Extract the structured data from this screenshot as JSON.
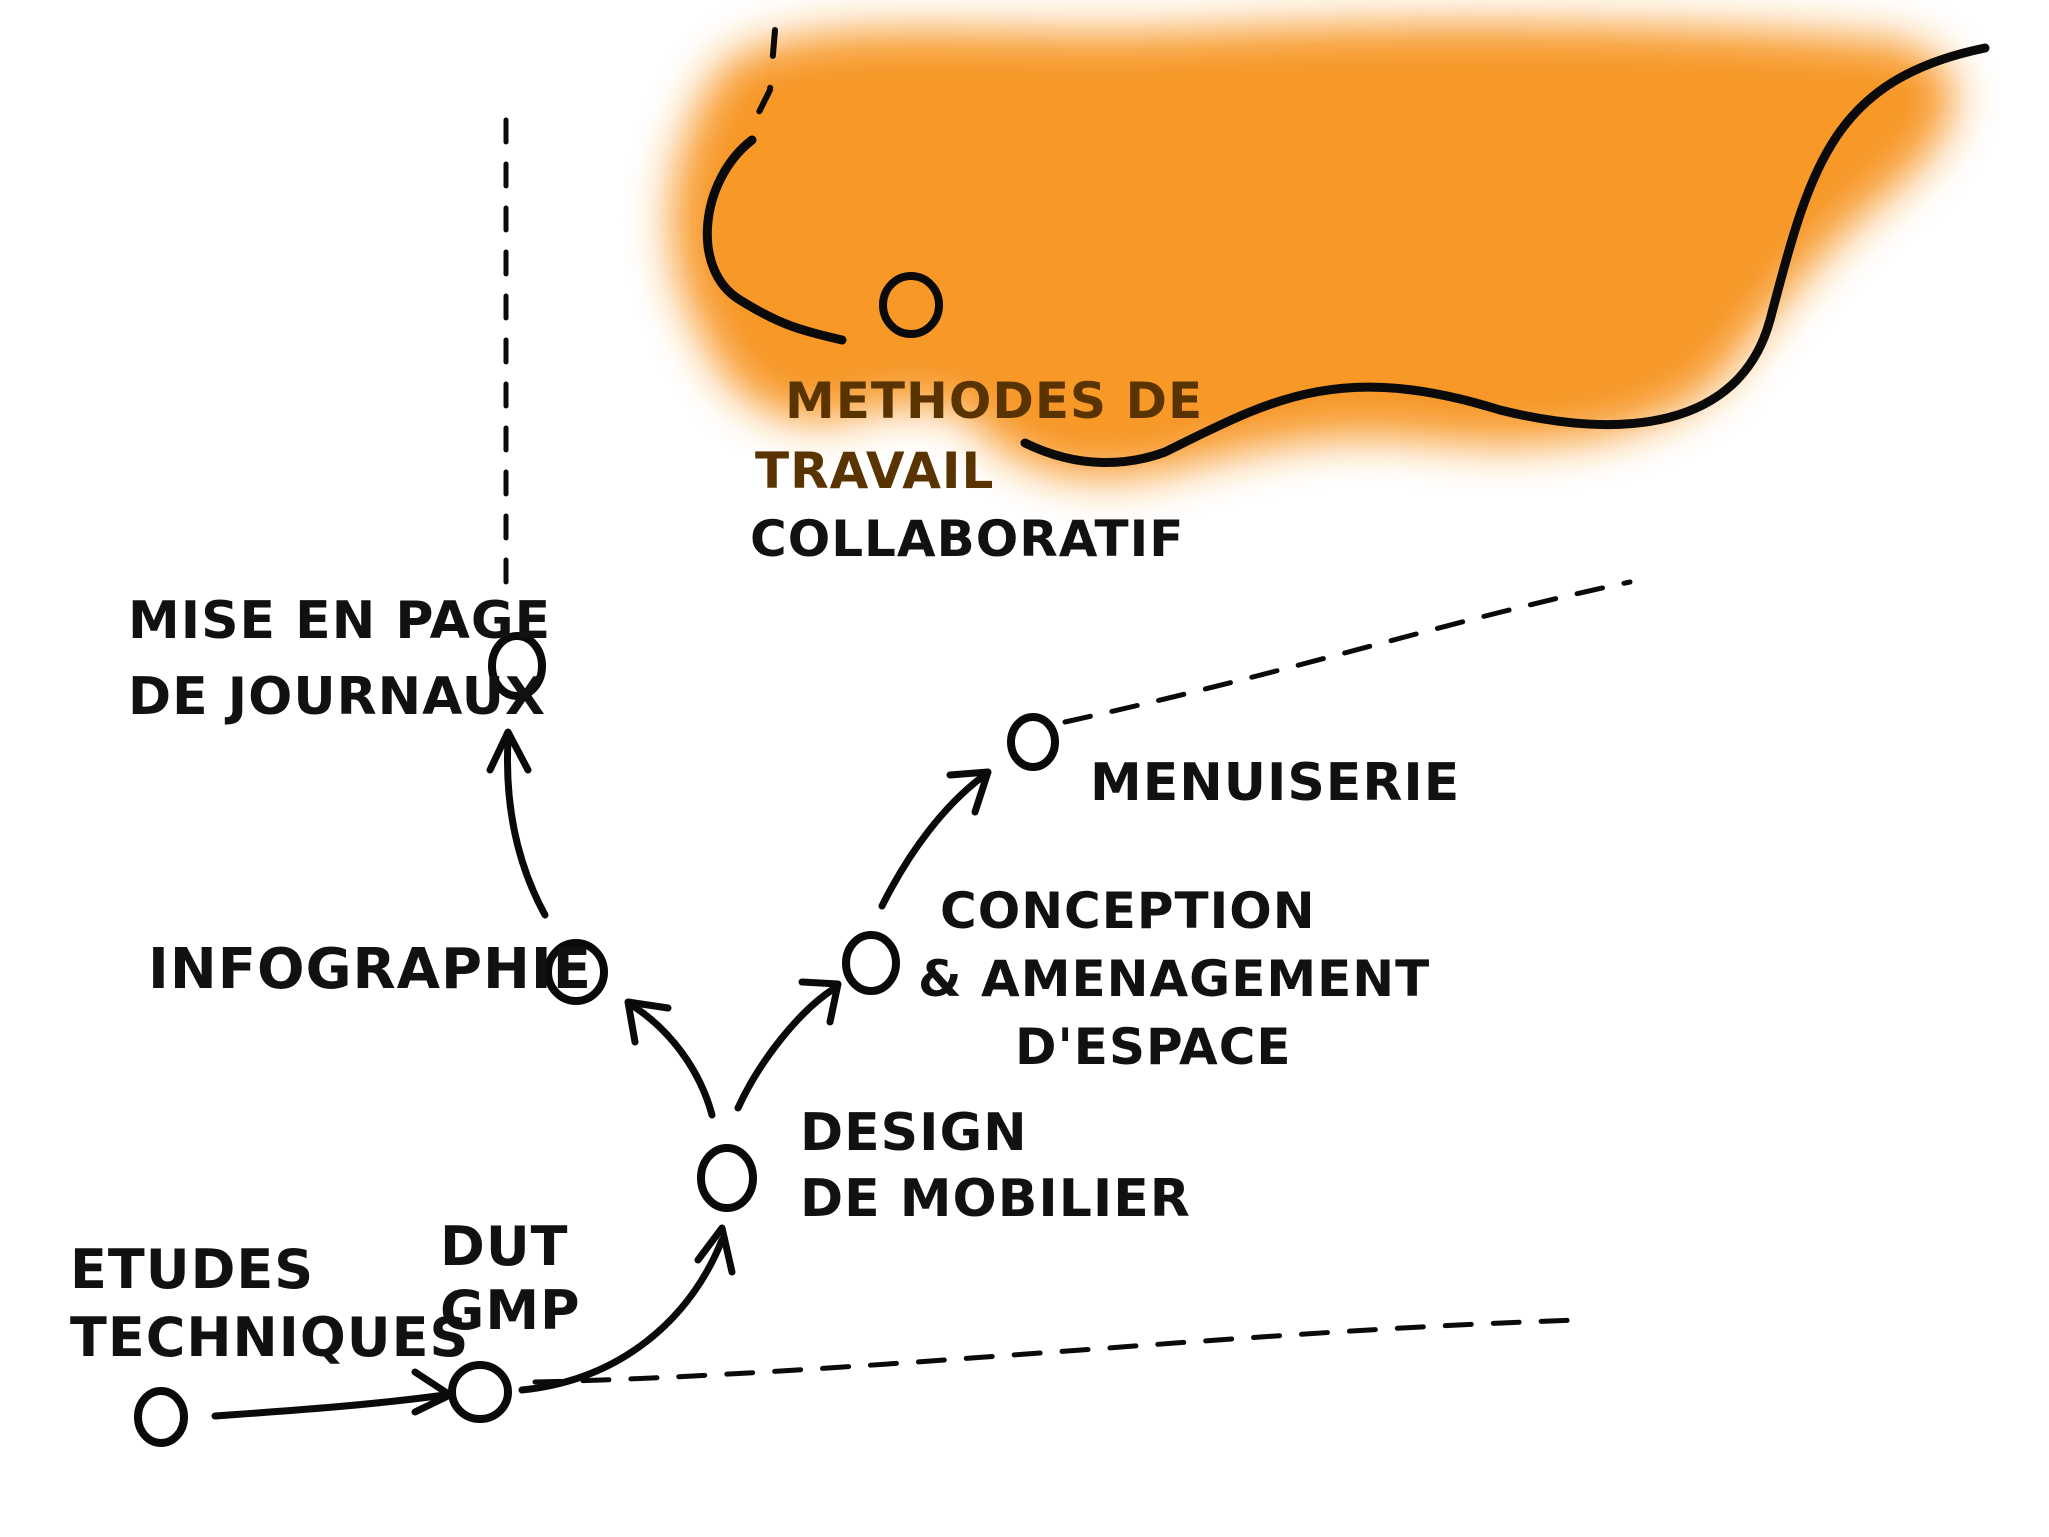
{
  "colors": {
    "ink": "#0a0a0a",
    "highlight": "#f7931e"
  },
  "nodes": {
    "etudes": {
      "lines": [
        "ETUDES",
        "TECHNIQUES"
      ]
    },
    "dut": {
      "lines": [
        "DUT",
        "GMP"
      ]
    },
    "design": {
      "lines": [
        "DESIGN",
        "DE MOBILIER"
      ]
    },
    "infographie": {
      "lines": [
        "INFOGRAPHIE"
      ]
    },
    "mise_en_page": {
      "lines": [
        "MISE EN PAGE",
        "DE JOURNAUX"
      ]
    },
    "conception": {
      "lines": [
        "CONCEPTION",
        "& AMENAGEMENT",
        "D'ESPACE"
      ]
    },
    "menuiserie": {
      "lines": [
        "MENUISERIE"
      ]
    },
    "methodes": {
      "lines": [
        "METHODES DE",
        "TRAVAIL",
        "COLLABORATIF"
      ]
    }
  }
}
